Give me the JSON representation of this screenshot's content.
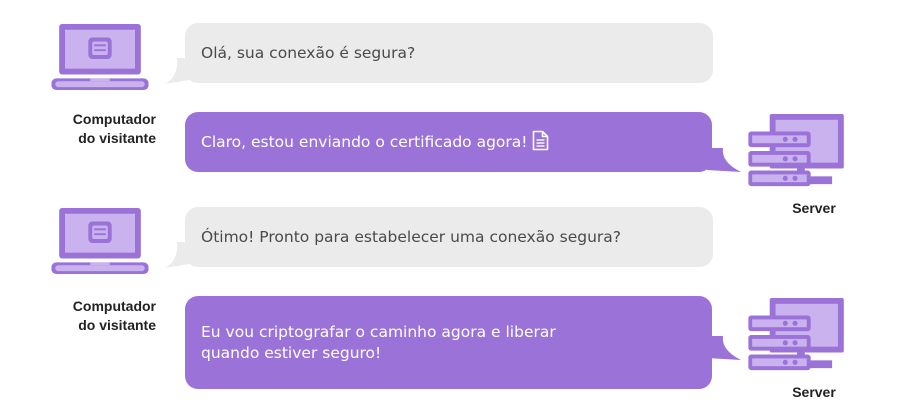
{
  "colors": {
    "accent": "#9b72d8",
    "accent_light": "#c9b2ee",
    "bubble_gray": "#ebebeb",
    "text_dark": "#222222"
  },
  "conversation": [
    {
      "sender": "client",
      "text": "Olá, sua conexão é segura?"
    },
    {
      "sender": "server",
      "text": "Claro, estou enviando o certificado agora!",
      "icon": "document-icon"
    },
    {
      "sender": "client",
      "text": "Ótimo! Pronto para estabelecer uma conexão segura?"
    },
    {
      "sender": "server",
      "text": "Eu vou criptografar o caminho agora e liberar\nquando estiver seguro!"
    }
  ],
  "labels": {
    "client_line1": "Computador",
    "client_line2": "do visitante",
    "server": "Server"
  }
}
